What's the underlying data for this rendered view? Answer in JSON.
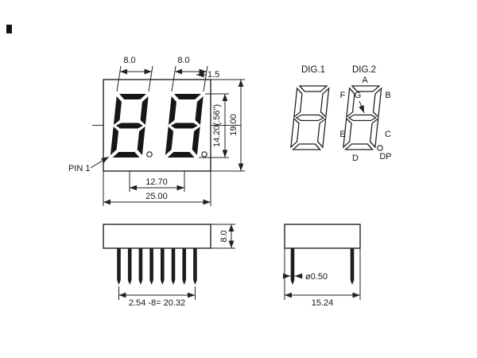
{
  "front_view": {
    "dim_digit1_width": "8.0",
    "dim_digit2_width": "8.0",
    "dim_segment": "1.5",
    "dim_digit_height": "14.20(.56\")",
    "dim_body_height": "19.00",
    "pin1_label": "PIN 1",
    "dim_digit_pitch": "12.70",
    "dim_body_width": "25.00"
  },
  "segment_view": {
    "dig1_label": "DIG.1",
    "dig2_label": "DIG.2",
    "segments": {
      "a": "A",
      "b": "B",
      "c": "C",
      "d": "D",
      "e": "E",
      "f": "F",
      "g": "G",
      "dp": "DP"
    }
  },
  "side_view": {
    "dim_body_thickness": "8.0",
    "dim_pin_pitch": "2.54 -8= 20.32"
  },
  "end_view": {
    "dim_pin_diameter": "ø0.50",
    "dim_body_depth": "15.24"
  },
  "colors": {
    "ink": "#1a1a1a",
    "segment_fill": "#161616",
    "paper": "#ffffff"
  }
}
